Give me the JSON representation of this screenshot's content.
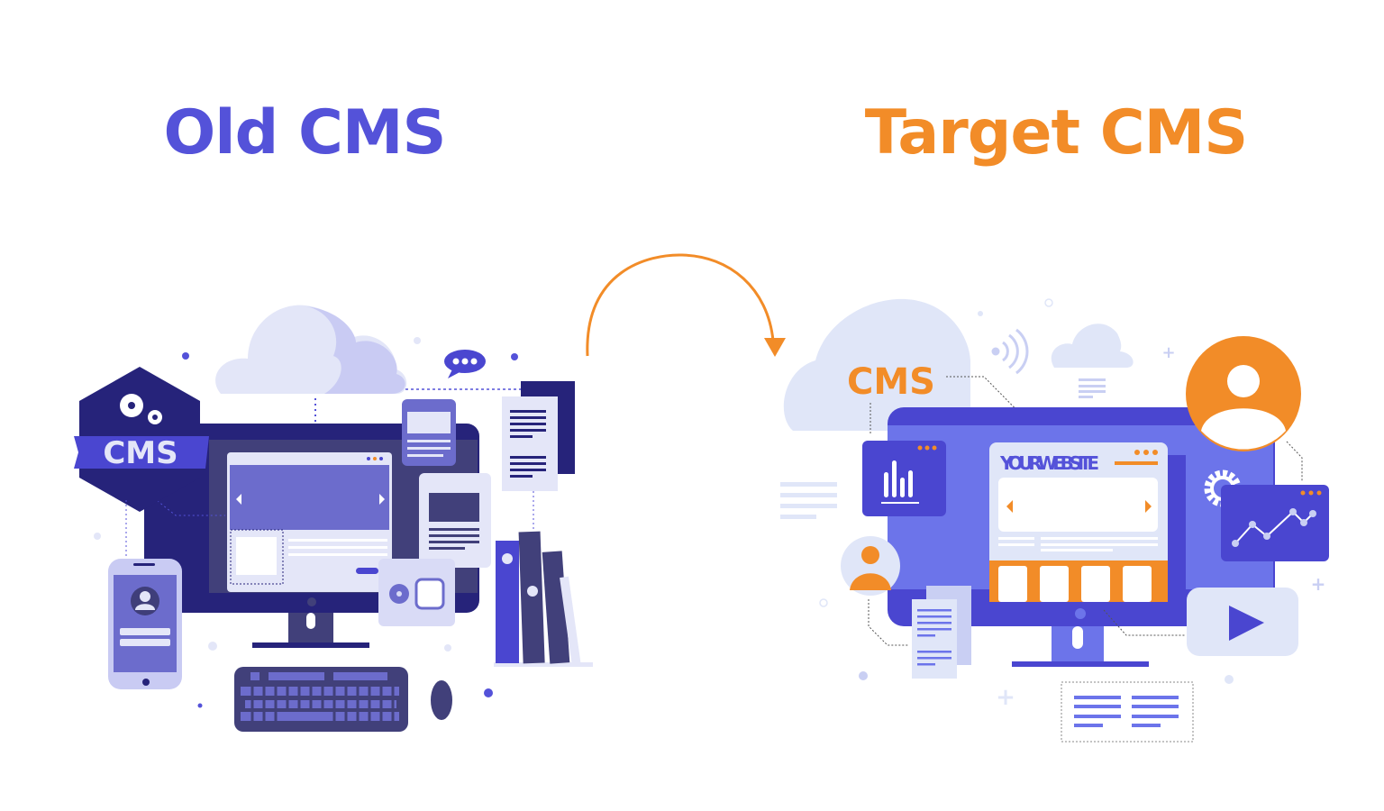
{
  "left": {
    "title": "Old CMS",
    "badge_label": "CMS"
  },
  "right": {
    "title": "Target CMS",
    "cloud_label": "CMS",
    "website_label": "YOURWEBSITE"
  },
  "colors": {
    "old_accent": "#5452D9",
    "target_accent": "#F28C28",
    "navy": "#26237A",
    "indigo": "#4A46D0",
    "periwinkle": "#6C74EA",
    "light": "#E0E6F8"
  },
  "icons": [
    "gears-icon",
    "chat-bubble-icon",
    "document-icon",
    "books-icon",
    "database-icon",
    "phone-icon",
    "keyboard-icon",
    "mouse-icon",
    "migration-arrow-icon",
    "bar-chart-icon",
    "user-avatar-icon",
    "line-chart-icon",
    "play-icon",
    "wifi-signal-icon"
  ]
}
